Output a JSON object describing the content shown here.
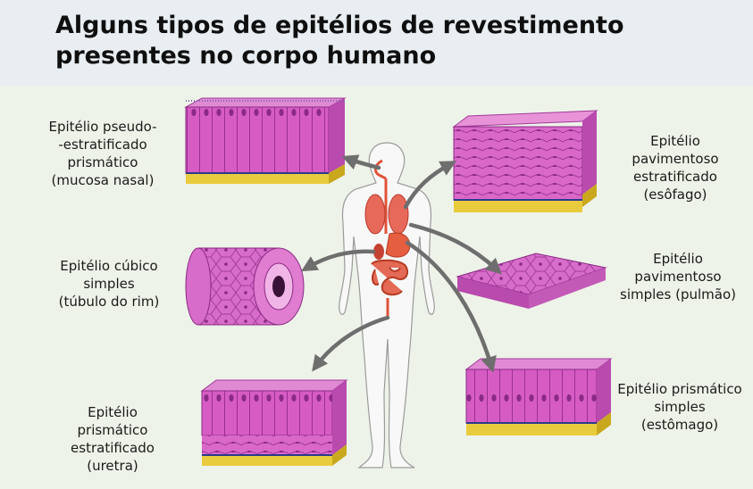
{
  "title": "Alguns tipos de epitélios de revestimento\npresentes no corpo humano",
  "labels": {
    "pseudostratified": "Epitélio pseudo-\n-estratificado\nprismático\n(mucosa nasal)",
    "squamous_stratified": "Epitélio\npavimentoso\nestratificado\n(esôfago)",
    "cuboidal_simple": "Epitélio cúbico\nsimples\n(túbulo do rim)",
    "squamous_simple": "Epitélio\npavimentoso\nsimples (pulmão)",
    "columnar_stratified": "Epitélio\nprismático\nestratificado\n(uretra)",
    "columnar_simple": "Epitélio prismático\nsimples\n(estômago)"
  },
  "colors": {
    "header_bg": "#e8eef2",
    "body_bg": "#eef3e9",
    "tissue_pink": "#d65cc4",
    "tissue_dark": "#9b2f92",
    "basal_yellow": "#e9cc3e",
    "arrow_gray": "#6e6e6e",
    "organ_red": "#e0533a"
  }
}
